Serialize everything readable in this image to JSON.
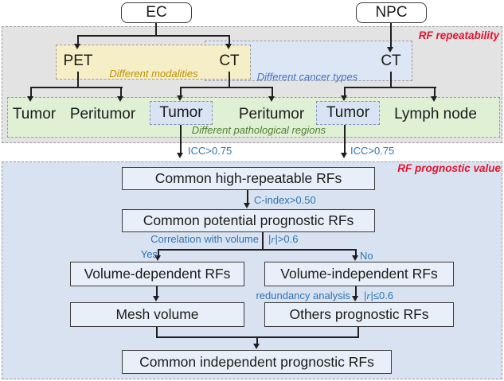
{
  "colors": {
    "edge_label_blue": "#2e75b6",
    "section_label_red": "#e8112d",
    "modalities_label_gold": "#bf9000",
    "cancer_label_blue": "#4472c4",
    "regions_label_green": "#538135",
    "repeatability_zone_fill": "#e3e3e3",
    "prognostic_zone_fill": "#d9e2f0",
    "modalities_box_fill": "#f5eec6",
    "cancer_box_fill": "#dce6f4",
    "regions_box_fill": "#dff0d5",
    "highlight_tumor_fill": "#d9e3f3",
    "flow_box_fill": "#e9eff8"
  },
  "zones": {
    "repeatability_label": "RF repeatability",
    "prognostic_label": "RF prognostic value",
    "modalities_label": "Different modalities",
    "cancer_types_label": "Different cancer types",
    "regions_label": "Different pathological regions"
  },
  "nodes": {
    "ec": "EC",
    "npc": "NPC",
    "pet": "PET",
    "ct_ec": "CT",
    "ct_npc": "CT"
  },
  "regions": {
    "tumor_ec_pet": "Tumor",
    "peritumor_ec_pet": "Peritumor",
    "tumor_ec_ct": "Tumor",
    "peritumor_ec_ct": "Peritumor",
    "tumor_npc_ct": "Tumor",
    "lymph_node_npc_ct": "Lymph node"
  },
  "flow": {
    "high_repeatable": "Common high-repeatable RFs",
    "potential_prognostic": "Common potential prognostic RFs",
    "volume_dependent": "Volume-dependent RFs",
    "volume_independent": "Volume-independent RFs",
    "mesh_volume": "Mesh volume",
    "others_prognostic": "Others prognostic RFs",
    "final": "Common independent prognostic RFs"
  },
  "edge_labels": {
    "icc_left": "ICC>0.75",
    "icc_right": "ICC>0.75",
    "c_index": "C-index>0.50",
    "correlation": "Correlation with volume",
    "r_gt": {
      "bar": "|",
      "r": "r",
      "rest": "|>0.6"
    },
    "yes": "Yes",
    "no": "No",
    "redundancy": "redundancy analysis",
    "r_le": {
      "bar": "|",
      "r": "r",
      "rest": "|≤0.6"
    }
  }
}
